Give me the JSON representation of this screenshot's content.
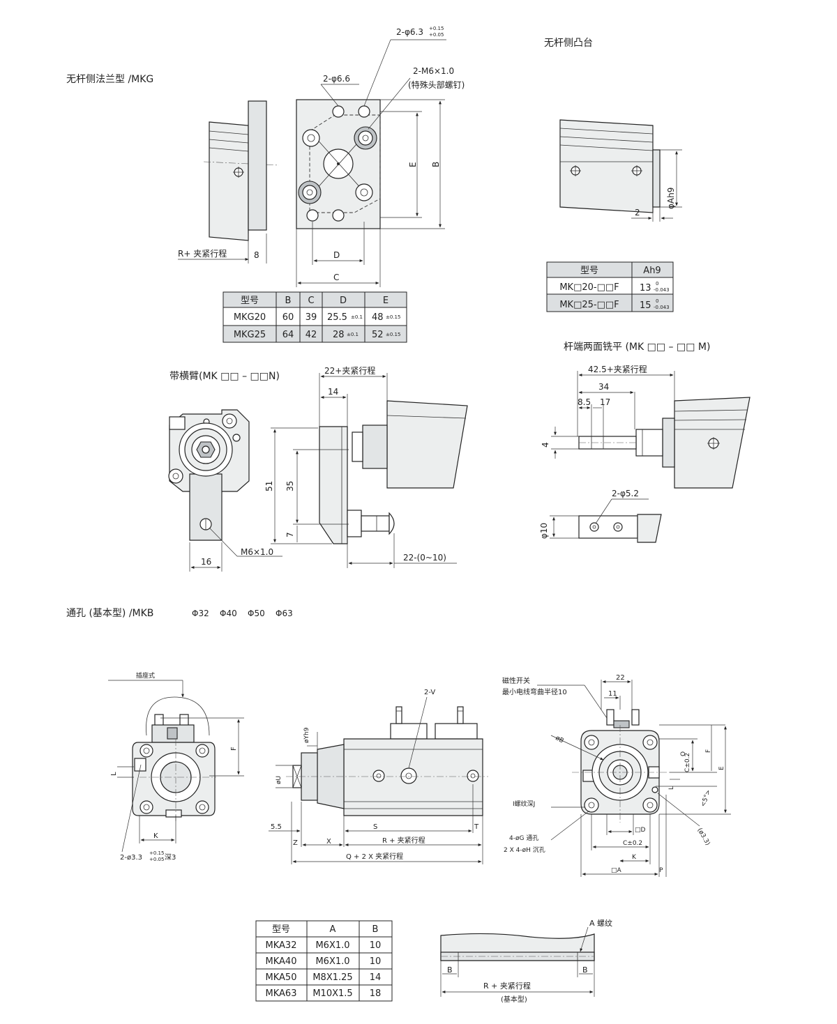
{
  "mkg": {
    "title": "无杆侧法兰型 /MKG",
    "callout_hole_a": "2-φ6.3",
    "callout_hole_a_tol_up": "+0.15",
    "callout_hole_a_tol_dn": "+0.05",
    "callout_hole_b": "2-φ6.6",
    "callout_screw": "2-M6×1.0",
    "callout_screw_note": "(特殊头部螺钉)",
    "dim_E": "E",
    "dim_B": "B",
    "dim_D": "D",
    "dim_C": "C",
    "dim_R": "R+ 夹紧行程",
    "dim_8": "8",
    "table": {
      "headers": [
        "型号",
        "B",
        "C",
        "D",
        "E"
      ],
      "rows": [
        {
          "model": "MKG20",
          "B": "60",
          "C": "39",
          "D": "25.5",
          "D_tol": "±0.1",
          "E": "48",
          "E_tol": "±0.15"
        },
        {
          "model": "MKG25",
          "B": "64",
          "C": "42",
          "D": "28",
          "D_tol": "±0.1",
          "E": "52",
          "E_tol": "±0.15"
        }
      ]
    }
  },
  "boss": {
    "title": "无杆侧凸台",
    "dim_Ah9": "φAh9",
    "dim_2": "2",
    "table": {
      "headers": [
        "型号",
        "Ah9"
      ],
      "rows": [
        {
          "model": "MK□20-□□F",
          "val": "13",
          "tol_up": "0",
          "tol_dn": "-0.043"
        },
        {
          "model": "MK□25-□□F",
          "val": "15",
          "tol_up": "0",
          "tol_dn": "-0.043"
        }
      ]
    }
  },
  "arm": {
    "title": "带横臂(MK □□ – □□N)",
    "dim_top": "22+夹紧行程",
    "dim_14": "14",
    "dim_51": "51",
    "dim_35": "35",
    "dim_7": "7",
    "dim_16": "16",
    "callout_m6": "M6×1.0",
    "dim_22": "22-(0~10)"
  },
  "flat": {
    "title": "杆端两面铣平 (MK □□ – □□ M)",
    "dim_top": "42.5+夹紧行程",
    "dim_34": "34",
    "dim_85": "8.5",
    "dim_17": "17",
    "dim_4": "4",
    "callout_hole": "2-φ5.2",
    "dim_10": "φ10"
  },
  "mkb": {
    "title": "通孔 (基本型) /MKB",
    "sizes": [
      "Φ32",
      "Φ40",
      "Φ50",
      "Φ63"
    ],
    "left": {
      "socket": "插座式",
      "dim_F": "F",
      "dim_L": "L",
      "dim_K": "K",
      "callout_hole": "2-ø3.3",
      "callout_tol_up": "+0.15",
      "callout_tol_dn": "+0.05",
      "callout_depth": "深3"
    },
    "mid": {
      "dim_2V": "2-V",
      "dim_Yh9": "øYh9",
      "dim_U": "øU",
      "dim_55": "5.5",
      "dim_Z": "Z",
      "dim_X": "X",
      "dim_S": "S",
      "dim_T": "T",
      "dim_R": "R + 夹紧行程",
      "dim_Q": "Q + 2 X 夹紧行程"
    },
    "right": {
      "dim_22": "22",
      "dim_11": "11",
      "switch": "磁性开关",
      "bend": "最小电线弯曲半径10",
      "dim_oB": "øB",
      "dim_C02": "C±0.2",
      "dim_O": "O",
      "dim_F": "F",
      "dim_E": "E",
      "dim_L": "L",
      "dim_5deg": "<5°>",
      "screw": "I螺纹深J",
      "hole_G": "4-øG 通孔",
      "hole_H": "2 X 4-øH 沉孔",
      "dim_D": "□D",
      "dim_C": "C±0.2",
      "dim_K": "K",
      "dim_A": "□A",
      "dim_P": "P",
      "dim_33": "(ø3.3)"
    },
    "table": {
      "headers": [
        "型号",
        "A",
        "B"
      ],
      "rows": [
        {
          "model": "MKA32",
          "A": "M6X1.0",
          "B": "10"
        },
        {
          "model": "MKA40",
          "A": "M6X1.0",
          "B": "10"
        },
        {
          "model": "MKA50",
          "A": "M8X1.25",
          "B": "14"
        },
        {
          "model": "MKA63",
          "A": "M10X1.5",
          "B": "18"
        }
      ]
    },
    "thread": {
      "label": "A 螺纹",
      "dim_B1": "B",
      "dim_B2": "B",
      "dim_R": "R + 夹紧行程",
      "caption": "(基本型)"
    }
  }
}
